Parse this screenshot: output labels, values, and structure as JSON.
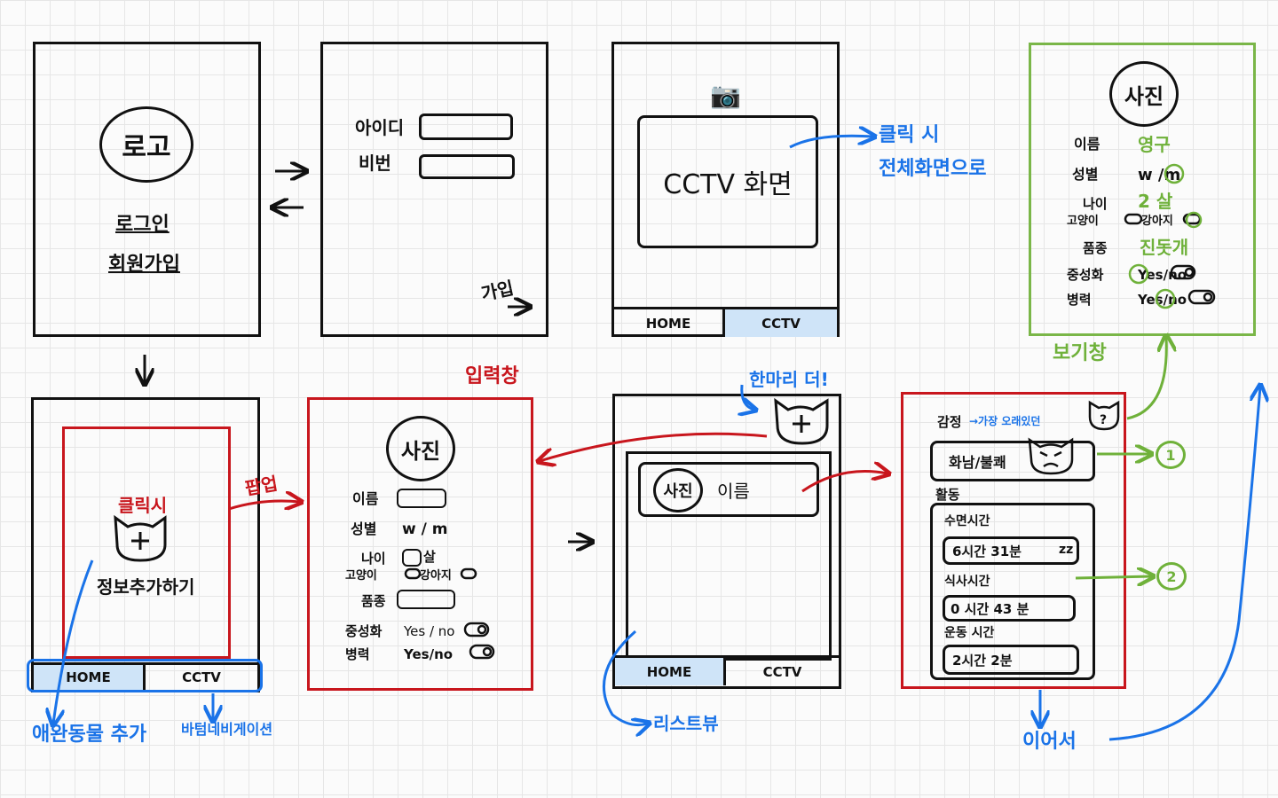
{
  "screens": {
    "logo_screen": {
      "logo": "로고",
      "login": "로그인",
      "signup": "회원가입"
    },
    "login_form": {
      "id_label": "아이디",
      "pw_label": "비번",
      "join": "가입"
    },
    "cctv_screen": {
      "camera_emoji": "📷",
      "view_label": "CCTV 화면",
      "tabs": [
        "HOME",
        "CCTV"
      ]
    },
    "profile_view": {
      "photo": "사진",
      "rows": [
        {
          "label": "이름",
          "value": "영구"
        },
        {
          "label": "성별",
          "value": "w /m"
        },
        {
          "label": "나이",
          "value": "2 살"
        },
        {
          "label": "고양이",
          "value": "강아지"
        },
        {
          "label": "품종",
          "value": "진돗개"
        },
        {
          "label": "중성화",
          "value": "Yes/no"
        },
        {
          "label": "병력",
          "value": "Yes/no"
        }
      ]
    },
    "home_add": {
      "click_label": "클릭시",
      "add_label": "정보추가하기",
      "tabs": [
        "HOME",
        "CCTV"
      ]
    },
    "input_form": {
      "photo": "사진",
      "rows": [
        {
          "label": "이름",
          "value": ""
        },
        {
          "label": "성별",
          "value": "w / m"
        },
        {
          "label": "나이",
          "value": "살"
        },
        {
          "label": "고양이",
          "value": "강아지"
        },
        {
          "label": "품종",
          "value": ""
        },
        {
          "label": "중성화",
          "value": "Yes / no"
        },
        {
          "label": "병력",
          "value": "Yes/no"
        }
      ]
    },
    "list_screen": {
      "photo": "사진",
      "name": "이름",
      "tabs": [
        "HOME",
        "CCTV"
      ]
    },
    "detail_screen": {
      "emotion_label": "감정",
      "emotion_note": "→가장 오래있던",
      "emotion_value": "화남/불쾌",
      "activity_label": "활동",
      "sleep_label": "수면시간",
      "sleep_value": "6시간 31분",
      "sleep_extra": "zz",
      "meal_label": "식사시간",
      "meal_value": "0 시간 43 분",
      "exercise_label": "운동 시간",
      "exercise_value": "2시간 2분"
    }
  },
  "annotations": {
    "click_fullscreen_1": "클릭 시",
    "click_fullscreen_2": "전체화면으로",
    "view_window": "보기창",
    "input_window": "입력창",
    "popup": "팝업",
    "one_more": "한마리 더!",
    "add_pet": "애완동물 추가",
    "bottom_nav": "바텀네비게이션",
    "list_view": "리스트뷰",
    "continue": "이어서",
    "marker_1": "1",
    "marker_2": "2"
  },
  "colors": {
    "black": "#111111",
    "red": "#c8161d",
    "green": "#7ab648",
    "blue": "#1a73e8",
    "tab_highlight": "#cfe4f8"
  }
}
